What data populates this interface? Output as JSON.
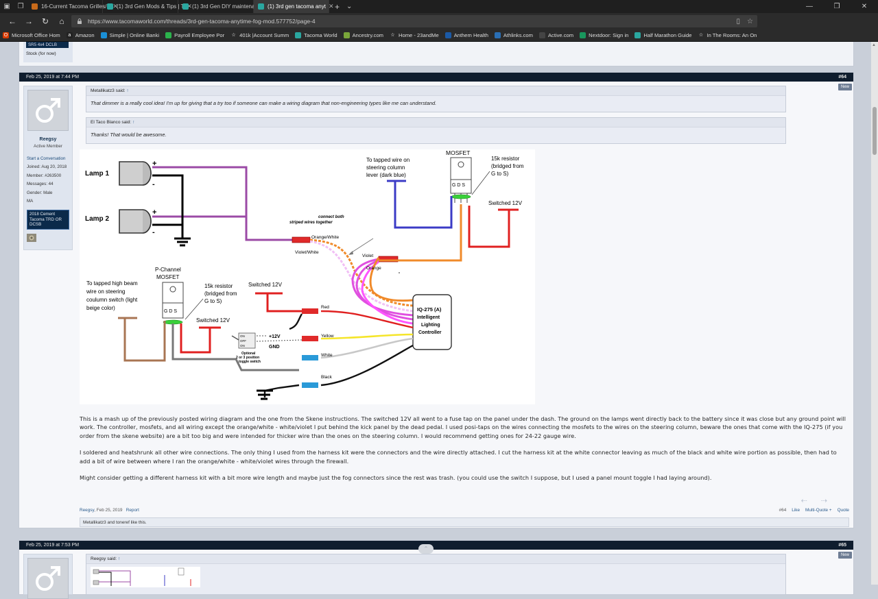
{
  "browser": {
    "tabs": [
      {
        "title": "16-Current Tacoma Grilles/F",
        "color": "#c86a1a"
      },
      {
        "title": "(1) 3rd Gen Mods & Tips | T",
        "color": "#2aa7a0"
      },
      {
        "title": "(1) 3rd Gen DIY maintenanc",
        "color": "#2aa7a0"
      },
      {
        "title": "(1) 3rd gen tacoma anyt",
        "color": "#2aa7a0"
      }
    ],
    "new_tab_glyph": "+",
    "url": "https://www.tacomaworld.com/threads/3rd-gen-tacoma-anytime-fog-mod.577752/page-4",
    "favorites": [
      {
        "label": "Microsoft Office Hom",
        "color": "#d83b01",
        "glyph": "O"
      },
      {
        "label": "Amazon",
        "color": "#222222",
        "glyph": "a"
      },
      {
        "label": "Simple | Online Banki",
        "color": "#1a8fd6",
        "glyph": ""
      },
      {
        "label": "Payroll Employee Por",
        "color": "#2bb24c",
        "glyph": ""
      },
      {
        "label": "401k |Account Summ",
        "color": "#2b2b2b",
        "glyph": "☆"
      },
      {
        "label": "Tacoma World",
        "color": "#2aa7a0",
        "glyph": ""
      },
      {
        "label": "Ancestry.com",
        "color": "#7aa63a",
        "glyph": ""
      },
      {
        "label": "Home - 23andMe",
        "color": "#2b2b2b",
        "glyph": "☆"
      },
      {
        "label": "Anthem Health",
        "color": "#1b5aa6",
        "glyph": ""
      },
      {
        "label": "Athlinks.com",
        "color": "#2a6fb5",
        "glyph": ""
      },
      {
        "label": "Active.com",
        "color": "#444444",
        "glyph": ""
      },
      {
        "label": "Nextdoor: Sign in",
        "color": "#19975d",
        "glyph": ""
      },
      {
        "label": "Half Marathon Guide",
        "color": "#2aa7a0",
        "glyph": ""
      },
      {
        "label": "In The Rooms: An On",
        "color": "#2b2b2b",
        "glyph": "☆"
      }
    ]
  },
  "prev_post": {
    "badge": "SR5 4x4 DCLB",
    "stock": "Stock (for now)"
  },
  "post64": {
    "date": "Feb 25, 2019 at 7:44 PM",
    "number": "#64",
    "new_tag": "New",
    "user": {
      "name": "Reegsy",
      "title": "Active Member",
      "start_conversation": "Start a Conversation",
      "joined": "Joined:  Aug 20, 2018",
      "member": "Member:  #263500",
      "messages": "Messages:  44",
      "gender": "Gender:  Male",
      "location": "MA",
      "truck_badge": "2018 Cement Tacoma TRD OR DCSB"
    },
    "quote1": {
      "author": "Metallikatz3 said:",
      "arrow": "↑",
      "text": "That dimmer is a really cool idea! I'm up for giving that a try too if someone can make a wiring diagram that non-engineering types like me can understand."
    },
    "quote2": {
      "author": "El Taco Blanco said:",
      "arrow": "↑",
      "text": "Thanks! That would be awesome."
    },
    "diagram": {
      "lamp1": "Lamp 1",
      "lamp2": "Lamp 2",
      "plus": "+",
      "minus": "-",
      "mosfet_top": "MOSFET",
      "steering_tap": [
        "To tapped wire on",
        "steering column",
        "lever (dark blue)"
      ],
      "resistor_top": [
        "15k resistor",
        "(bridged from",
        "G to S)"
      ],
      "switched12v": "Switched 12V",
      "gds": "G D S",
      "connect_both": [
        "connect both",
        "striped wires together"
      ],
      "orange_white": "Orange/White",
      "violet_white": "Violet/White",
      "violet": "Violet",
      "orange": "Orange",
      "pchannel": [
        "P-Channel",
        "MOSFET"
      ],
      "high_beam_tap": [
        "To tapped high beam",
        "wire on steering",
        "coulumn switch (light",
        "beige color)"
      ],
      "resistor_bottom": [
        "15k resistor",
        "(bridged from",
        "G to S)"
      ],
      "red": "Red",
      "yellow": "Yellow",
      "white": "White",
      "black": "Black",
      "plus12v": "+12V",
      "gnd": "GND",
      "toggle_pos": [
        "ON",
        "OFF",
        "ON"
      ],
      "optional": [
        "Optional",
        "2 or 3 position",
        "toggle switch"
      ],
      "controller": [
        "IQ-275 (A)",
        "Intelligent",
        "Lighting",
        "Controller"
      ]
    },
    "body": [
      "This is a mash up of the previously posted wiring diagram and the one from the Skene instructions. The switched 12V all went to a fuse tap on the panel under the dash. The ground on the lamps went directly back to the battery since it was close but any ground point will work. The controller, mosfets, and all wiring except the orange/white - white/violet I put behind the kick panel by the dead pedal. I used posi-taps on the wires connecting the mosfets to the wires on the steering column, beware the ones that come with the IQ-275 (if you order from the skene website) are a bit too big and were intended for thicker wire than the ones on the steering column. I would recommend getting ones for 24-22 gauge wire.",
      "I soldered and heatshrunk all other wire connections. The only thing I used from the harness kit were the connectors and the wire directly attached. I cut the harness kit at the white connector leaving as much of the black and white wire portion as possible, then had to add a bit of wire between where I ran the orange/white - white/violet wires through the firewall.",
      "Might consider getting a different harness kit with a bit more wire length and maybe just the fog connectors since the rest was trash. (you could use the switch I suppose, but I used a panel mount toggle I had laying around)."
    ],
    "footer": {
      "author": "Reegsy",
      "date": "Feb 25, 2019",
      "report": "Report",
      "num": "#64",
      "like": "Like",
      "multi_quote": "Multi-Quote +",
      "quote": "Quote"
    },
    "likes_text": "Metallikatz3 and toneref like this."
  },
  "post65": {
    "date": "Feb 25, 2019 at 7:53 PM",
    "number": "#65",
    "new_tag": "New",
    "quote_author": "Reegsy said:",
    "quote_arrow": "↑"
  }
}
